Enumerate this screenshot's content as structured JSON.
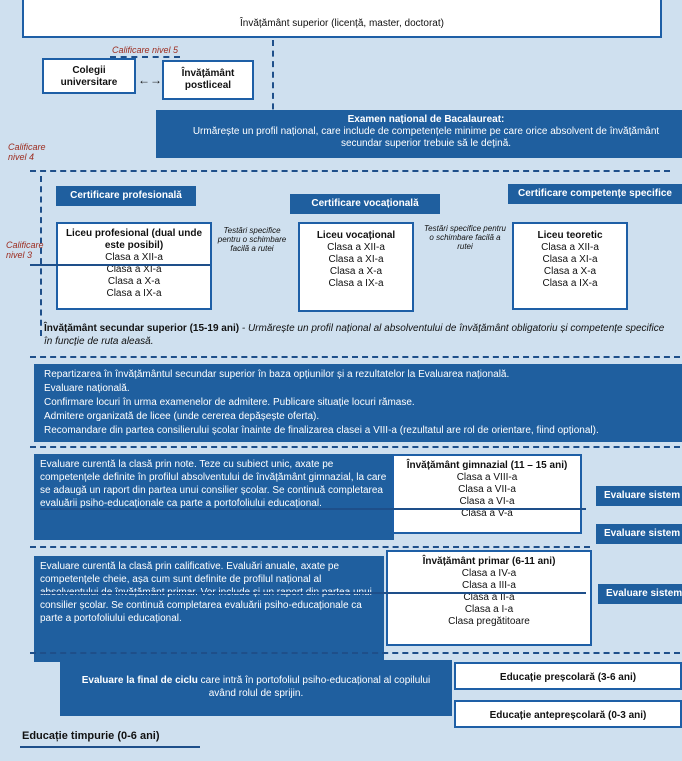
{
  "top": {
    "title": "Învățământ superior (licență, master, doctorat)",
    "level5": "Calificare nivel 5",
    "colegii": "Colegii universitare",
    "postliceal": "Învățământ postliceal"
  },
  "bac": {
    "title": "Examen național de Bacalaureat:",
    "text": "Urmărește un profil național, care include de competențele minime pe care orice absolvent de învățământ secundar superior trebuie să le dețină.",
    "level4": "Calificare nivel 4"
  },
  "secondary": {
    "cert_prof": "Certificare profesională",
    "cert_voc": "Certificare vocațională",
    "cert_spec": "Certificare competențe specifice",
    "level3": "Calificare nivel 3",
    "liceu_prof": {
      "title": "Liceu profesional (dual unde este posibil)",
      "classes": [
        "Clasa a XII-a",
        "Clasa a XI-a",
        "Clasa a X-a",
        "Clasa a IX-a"
      ]
    },
    "testari1": "Testări specifice pentru o schimbare facilă a rutei",
    "liceu_voc": {
      "title": "Liceu vocațional",
      "classes": [
        "Clasa a XII-a",
        "Clasa a XI-a",
        "Clasa a X-a",
        "Clasa a IX-a"
      ]
    },
    "testari2": "Testări specifice pentru o schimbare facilă a rutei",
    "liceu_teo": {
      "title": "Liceu teoretic",
      "classes": [
        "Clasa a XII-a",
        "Clasa a XI-a",
        "Clasa a X-a",
        "Clasa a IX-a"
      ]
    },
    "caption_bold": "Învățământ secundar superior (15-19 ani)",
    "caption_it": " - Urmărește un profil național al absolventului de învățământ obligatoriu și competențe specifice în funcție de ruta aleasă."
  },
  "repartizare": [
    "Repartizarea în învățământul secundar superior în baza opțiunilor și a rezultatelor la Evaluarea națională.",
    "Evaluare națională.",
    "Confirmare locuri în urma examenelor de admitere. Publicare situație locuri rămase.",
    "Admitere organizată de licee (unde cererea depășește oferta).",
    "Recomandare din partea consilierului școlar înainte de finalizarea clasei a VIII-a (rezultatul are rol de orientare, fiind opțional)."
  ],
  "gimnaziu": {
    "eval_text": "Evaluare curentă la clasă prin note. Teze cu subiect unic, axate pe competențele definite în profilul absolventului de învățământ gimnazial, la care se adaugă un raport din partea unui consilier școlar. Se continuă completarea evaluării psiho-educaționale ca parte a portofoliului educațional.",
    "title": "Învățământ gimnazial (11 – 15 ani)",
    "classes": [
      "Clasa a VIII-a",
      "Clasa a VII-a",
      "Clasa a VI-a",
      "Clasa a V-a"
    ],
    "side1": "Evaluare sistem",
    "side2": "Evaluare sistem"
  },
  "primar": {
    "eval_text": "Evaluare curentă la clasă prin calificative. Evaluări anuale, axate pe competențele cheie, așa cum sunt definite de profilul național al absolventului de învățământ primar. Vor include și un raport din partea unui consilier școlar. Se continuă completarea evaluării psiho-educaționale ca parte a portofoliului educațional.",
    "title": "Învățământ primar (6-11 ani)",
    "classes": [
      "Clasa a IV-a",
      "Clasa a III-a",
      "Clasa a II-a",
      "Clasa a I-a",
      "Clasa pregătitoare"
    ],
    "side": "Evaluare sistem"
  },
  "timpurie": {
    "eval_bold": "Evaluare la final de ciclu",
    "eval_rest": " care intră în portofoliul psiho-educațional al copilului având rolul de sprijin.",
    "prescolar": "Educație preșcolară (3-6 ani)",
    "antepre": "Educație antepreșcolară (0-3 ani)",
    "title": "Educație timpurie (0-6 ani)"
  }
}
